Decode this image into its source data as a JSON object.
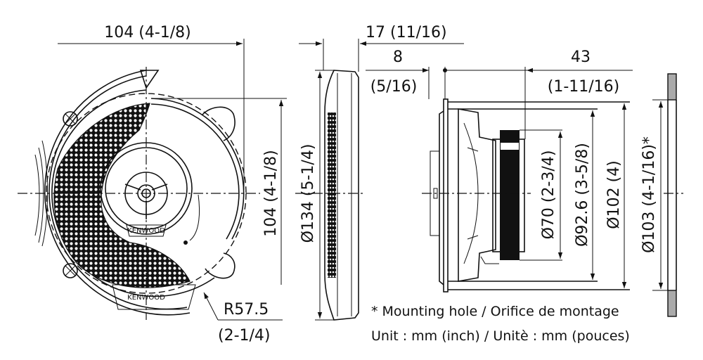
{
  "front_view": {
    "width_dim": "104 (4-1/8)",
    "height_dim": "104 (4-1/8)",
    "radius_dim": "R57.5",
    "radius_dim_inch": "(2-1/4)",
    "logo_center": "KENWOOD",
    "logo_bottom": "KENWOOD"
  },
  "grille_side_view": {
    "depth_dim": "17 (11/16)",
    "diameter_dim": "Ø134 (5-1/4)"
  },
  "side_view": {
    "flange_dim": "8",
    "flange_dim_inch": "(5/16)",
    "depth_dim": "43",
    "depth_dim_inch": "(1-11/16)",
    "magnet_dim": "Ø70 (2-3/4)",
    "basket_dim": "Ø92.6 (3-5/8)",
    "frame_dim": "Ø102 (4)",
    "mounting_hole_dim": "Ø103 (4-1/16)*"
  },
  "notes": {
    "mounting_hole": "* Mounting hole / Orifice de montage",
    "unit": "Unit : mm (inch) / Unitè : mm (pouces)"
  }
}
